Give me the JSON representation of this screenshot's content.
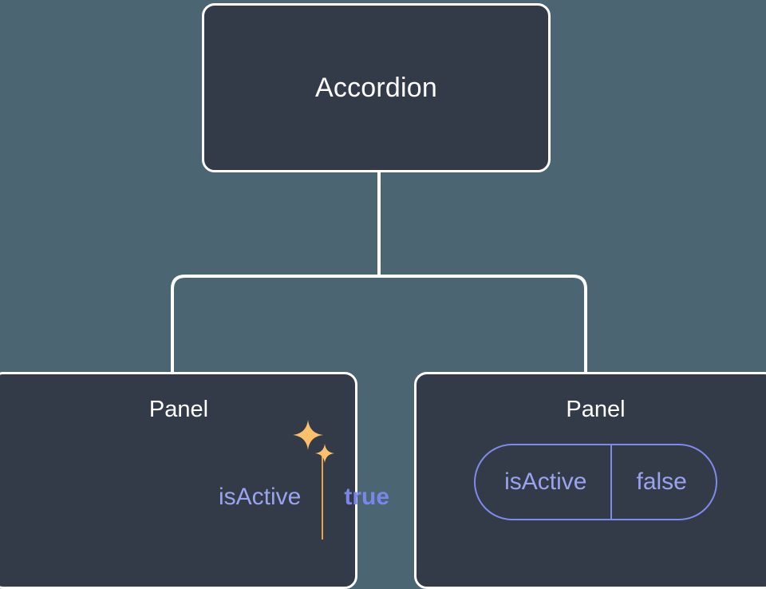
{
  "canvas": {
    "background_color": "#4b6573",
    "node_fill_color": "#343b48",
    "node_border_color": "#ffffff",
    "connector_color": "#ffffff",
    "prop_text_color": "#9aa3ee",
    "prop_border_color": "#7f8aea",
    "highlight_outer_color": "#c5730f",
    "highlight_inner_color": "#fbc06c",
    "highlight_value_color": "#7b86ea",
    "sparkle_color": "#fbc06c"
  },
  "tree": {
    "root": {
      "title": "Accordion"
    },
    "children": [
      {
        "title": "Panel",
        "highlighted": true,
        "sparkles": [
          "sparkle-large",
          "sparkle-small"
        ],
        "prop": {
          "name": "isActive",
          "value": "true"
        }
      },
      {
        "title": "Panel",
        "highlighted": false,
        "prop": {
          "name": "isActive",
          "value": "false"
        }
      }
    ]
  }
}
